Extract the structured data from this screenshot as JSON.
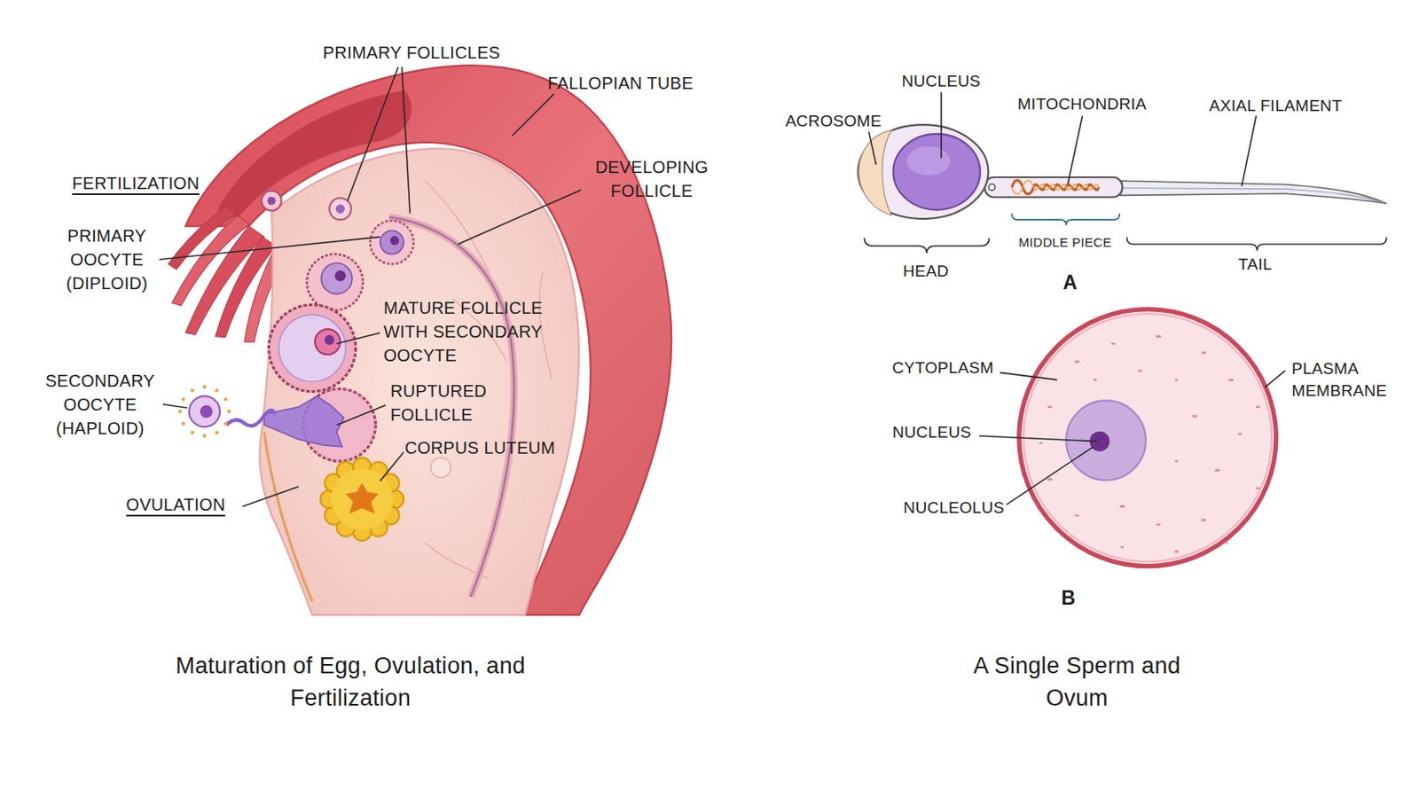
{
  "diagram": {
    "labels": [
      "PRIMARY FOLLICLES",
      "FALLOPIAN TUBE",
      "FERTILIZATION",
      "DEVELOPING FOLLICLE",
      "PRIMARY OOCYTE (DIPLOID)",
      "MATURE FOLLICLE WITH SECONDARY OOCYTE",
      "SECONDARY OOCYTE (HAPLOID)",
      "RUPTURED FOLLICLE",
      "CORPUS LUTEUM",
      "OVULATION",
      "Maturation of Egg, Ovulation, and Fertilization",
      "NUCLEUS",
      "ACROSOME",
      "MITOCHONDRIA",
      "AXIAL FILAMENT",
      "HEAD",
      "MIDDLE PIECE",
      "TAIL",
      "A",
      "CYTOPLASM",
      "PLASMA MEMBRANE",
      "NUCLEUS",
      "NUCLEOLUS",
      "B",
      "A Single Sperm and Ovum"
    ]
  }
}
